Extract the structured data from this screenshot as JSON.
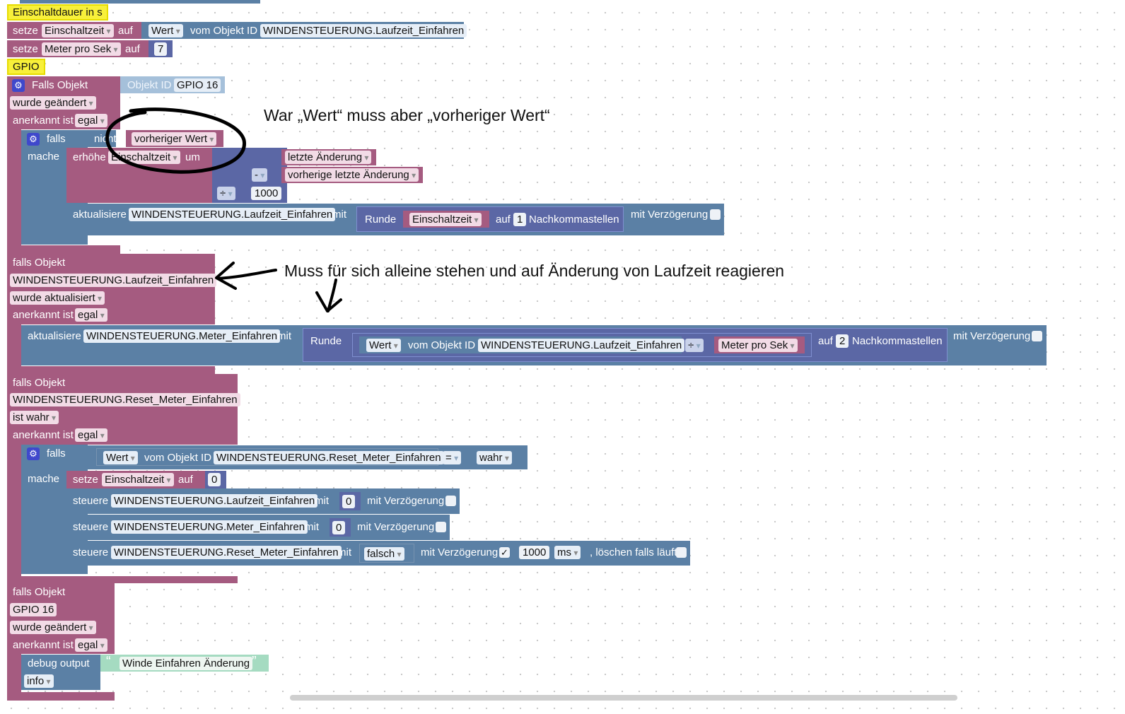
{
  "highlights": {
    "einschaltdauer": "Einschaltdauer in s",
    "gpio": "GPIO"
  },
  "block_setze1": {
    "keyword": "setze",
    "variable": "Einschaltzeit",
    "auf": "auf",
    "wert": "Wert",
    "vom_objekt_id": "vom Objekt ID",
    "object_id": "WINDENSTEUERUNG.Laufzeit_Einfahren"
  },
  "block_setze2": {
    "keyword": "setze",
    "variable": "Meter pro Sek",
    "auf": "auf",
    "value": "7"
  },
  "trigger1": {
    "falls_objekt": "Falls Objekt",
    "objekt_id_label": "Objekt ID",
    "object_id": "GPIO 16",
    "wurde_geaendert": "wurde geändert",
    "anerkannt_ist": "anerkannt ist",
    "egal": "egal",
    "falls": "falls",
    "nicht": "nicht",
    "vorheriger_wert": "vorheriger Wert",
    "mache": "mache",
    "erhoehe": "erhöhe",
    "variable": "Einschaltzeit",
    "um": "um",
    "letzte_aenderung": "letzte Änderung",
    "minus": "-",
    "vorherige_letzte_aenderung": "vorherige letzte Änderung",
    "divide": "÷",
    "divisor": "1000",
    "aktualisiere": "aktualisiere",
    "target": "WINDENSTEUERUNG.Laufzeit_Einfahren",
    "mit": "mit",
    "runde": "Runde",
    "runde_var": "Einschaltzeit",
    "auf": "auf",
    "decimals": "1",
    "nachkommastellen": "Nachkommastellen",
    "mit_verzoegerung": "mit Verzögerung"
  },
  "trigger2": {
    "falls_objekt": "falls Objekt",
    "object_id": "WINDENSTEUERUNG.Laufzeit_Einfahren",
    "wurde_aktualisiert": "wurde aktualisiert",
    "anerkannt_ist": "anerkannt ist",
    "egal": "egal",
    "aktualisiere": "aktualisiere",
    "target": "WINDENSTEUERUNG.Meter_Einfahren",
    "mit": "mit",
    "runde": "Runde",
    "wert": "Wert",
    "vom_objekt_id": "vom Objekt ID",
    "source": "WINDENSTEUERUNG.Laufzeit_Einfahren",
    "divide": "÷",
    "meter_pro_sek": "Meter pro Sek",
    "auf": "auf",
    "decimals": "2",
    "nachkommastellen": "Nachkommastellen",
    "mit_verzoegerung": "mit Verzögerung"
  },
  "trigger3": {
    "falls_objekt": "falls Objekt",
    "object_id": "WINDENSTEUERUNG.Reset_Meter_Einfahren",
    "ist_wahr": "ist wahr",
    "anerkannt_ist": "anerkannt ist",
    "egal": "egal",
    "falls": "falls",
    "wert": "Wert",
    "vom_objekt_id": "vom Objekt ID",
    "compare_id": "WINDENSTEUERUNG.Reset_Meter_Einfahren",
    "equals": "=",
    "wahr": "wahr",
    "mache": "mache",
    "setze": "setze",
    "set_var": "Einschaltzeit",
    "auf": "auf",
    "set_val": "0",
    "steuere": "steuere",
    "s1_target": "WINDENSTEUERUNG.Laufzeit_Einfahren",
    "s2_target": "WINDENSTEUERUNG.Meter_Einfahren",
    "s3_target": "WINDENSTEUERUNG.Reset_Meter_Einfahren",
    "mit": "mit",
    "zero": "0",
    "falsch": "falsch",
    "mit_verzoegerung": "mit Verzögerung",
    "check": "✓",
    "delay": "1000",
    "ms": "ms",
    "loeschen": ", löschen falls läuft"
  },
  "trigger4": {
    "falls_objekt": "falls Objekt",
    "object_id": "GPIO 16",
    "wurde_geaendert": "wurde geändert",
    "anerkannt_ist": "anerkannt ist",
    "egal": "egal",
    "debug_output": "debug output",
    "open_quote": "“",
    "message": "Winde Einfahren Änderung",
    "close_quote": "”",
    "level": "info"
  },
  "annotations": {
    "note1": "War „Wert“ muss aber „vorheriger Wert“",
    "note2": "Muss für sich alleine stehen und auf Änderung von Laufzeit reagieren"
  }
}
